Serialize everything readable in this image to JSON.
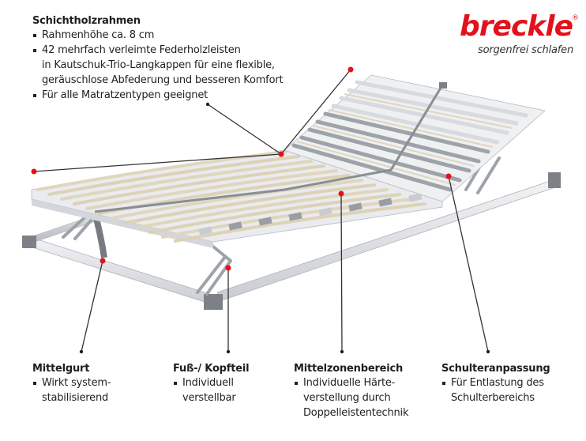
{
  "brand": {
    "logo_text": "breckle",
    "registered_mark": "®",
    "tagline": "sorgenfrei schlafen",
    "color": "#e3111b"
  },
  "top_feature": {
    "title": "Schichtholzrahmen",
    "bullets": [
      {
        "lines": [
          "Rahmenhöhe ca. 8  cm"
        ]
      },
      {
        "lines": [
          "42 mehrfach verleimte Federholzleisten",
          "in Kautschuk-Trio-Langkappen für eine flexible,",
          "geräuschlose Abfederung und besseren Komfort"
        ]
      },
      {
        "lines": [
          "Für alle Matratzentypen geeignet"
        ]
      }
    ]
  },
  "bottom_features": [
    {
      "title": "Mittelgurt",
      "lines": [
        "Wirkt system-",
        "stabilisierend"
      ]
    },
    {
      "title": "Fuß-/ Kopfteil",
      "lines": [
        "Individuell",
        "verstellbar"
      ]
    },
    {
      "title": "Mittelzonenbereich",
      "lines": [
        "Individuelle Härte-",
        "verstellung durch",
        "Doppelleistentechnik"
      ]
    },
    {
      "title": "Schulteranpassung",
      "lines": [
        "Für Entlastung des",
        "Schulterbereichs"
      ]
    }
  ],
  "callout_colors": {
    "dot": "#e3111b",
    "line": "#333333"
  },
  "product_image": {
    "alt": "Lattenrost with adjustable head and foot sections"
  }
}
